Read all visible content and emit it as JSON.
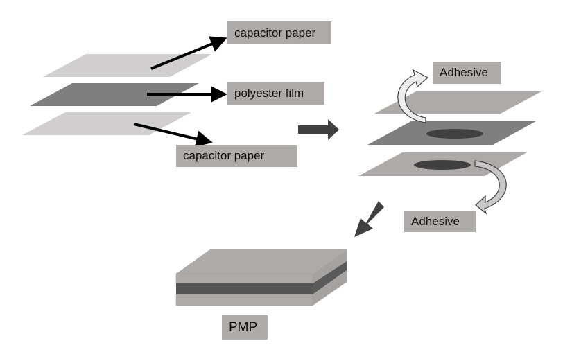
{
  "labels": {
    "capacitor_paper_top": "capacitor paper",
    "polyester_film": "polyester film",
    "capacitor_paper_bottom": "capacitor paper",
    "adhesive_top": "Adhesive",
    "adhesive_bottom": "Adhesive",
    "pmp": "PMP"
  },
  "colors": {
    "capacitor_paper": "#d0cece",
    "polyester_film": "#7f7f7f",
    "layer_light": "#aeaaaa",
    "layer_dark": "#555555",
    "adhesive_spot": "#404040",
    "arrow_dark": "#404040",
    "label_bg": "#aeaaaa"
  }
}
